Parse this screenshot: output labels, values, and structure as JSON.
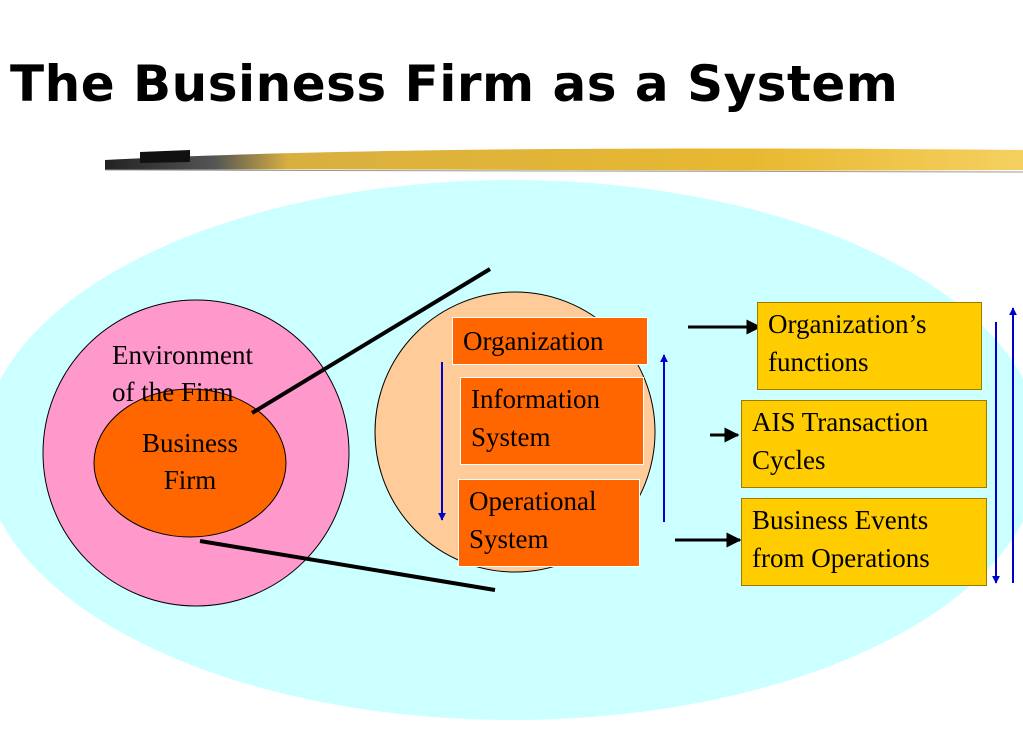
{
  "title": "The Business Firm as a System",
  "environment": {
    "line1": "Environment",
    "line2": "of the Firm"
  },
  "firm": {
    "line1": "Business",
    "line2": "Firm"
  },
  "system_boxes": {
    "organization": "Organization",
    "information_system": {
      "line1": "Information",
      "line2": "System"
    },
    "operational_system": {
      "line1": "Operational",
      "line2": "System"
    }
  },
  "output_boxes": {
    "organization_functions": {
      "line1": "Organization’s",
      "line2": "functions"
    },
    "ais_cycles": {
      "line1": "AIS Transaction",
      "line2": "Cycles"
    },
    "business_events": {
      "line1": "Business Events",
      "line2": "from Operations"
    }
  },
  "colors": {
    "background_ellipse": "#ccffff",
    "environment_circle": "#ff99cc",
    "firm_ellipse": "#ff6600",
    "system_circle": "#ffcc99",
    "system_box": "#ff6600",
    "output_box": "#ffcc00",
    "flow_arrow": "#0000cc",
    "title_rule": "#e8b830"
  }
}
